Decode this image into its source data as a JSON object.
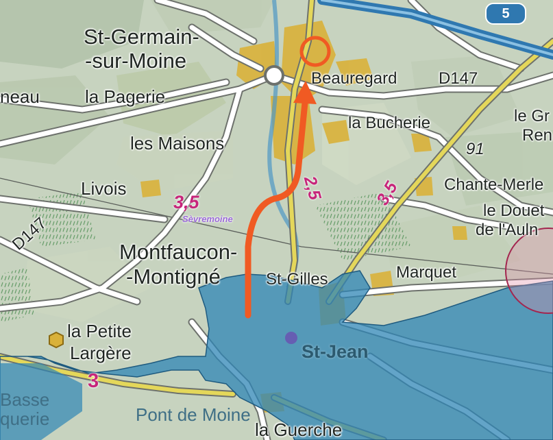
{
  "map": {
    "labels": {
      "st_germain_1": "St-Germain-",
      "st_germain_2": "-sur-Moine",
      "neau": "neau",
      "la_pagerie": "la Pagerie",
      "beauregard": "Beauregard",
      "d147_top": "D147",
      "la_bucherie": "la Bucherie",
      "le_gr": "le Gr",
      "ren": "Ren",
      "les_maisons": "les Maisons",
      "num_91": "91",
      "livois": "Livois",
      "chante_merle": "Chante-Merle",
      "val_35_left": "3,5",
      "val_25": "2,5",
      "val_35_right": "3,5",
      "sevremoine": "Sèvremoine",
      "le_douet": "le Douet",
      "de_laulne": "de l'Auln",
      "d147_left": "D147",
      "montfaucon": "Montfaucon-",
      "montigne": "-Montigné",
      "st_gilles": "St-Gilles",
      "marquet": "Marquet",
      "la_petite": "la Petite",
      "largere": "Largère",
      "st_jean": "St-Jean",
      "val_3": "3",
      "basse": "Basse",
      "querie": "querie",
      "pont_de_moine": "Pont de Moine",
      "la_guerche": "la Guerche",
      "route_5": "5"
    },
    "colors": {
      "base": "#c7d3bf",
      "road": "#ffffff",
      "road_casing": "#6d716c",
      "main_road": "#e4d75a",
      "urban": "#d9b13a",
      "water": "#2f86b5",
      "highlight_route": "#f05a23",
      "commune_label": "#9b6ad8",
      "elevation_label": "#c6267a"
    },
    "icons": {
      "route_arrow": "arrow-up-icon",
      "target_marker": "circle-marker-icon"
    }
  }
}
